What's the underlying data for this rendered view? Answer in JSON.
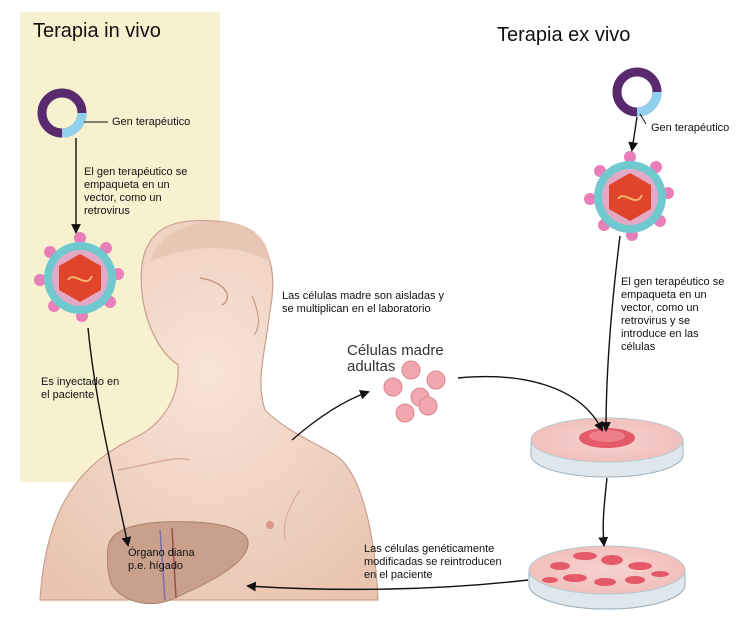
{
  "titles": {
    "in_vivo": "Terapia in vivo",
    "ex_vivo": "Terapia ex vivo"
  },
  "labels": {
    "gene_left": "Gen terapéutico",
    "gene_right": "Gen terapéutico",
    "packaged_left": [
      "El gen terapéutico  se",
      "empaqueta en un",
      "vector, como un",
      "retrovirus"
    ],
    "injected": [
      "Es inyectado en",
      "el paciente"
    ],
    "target_organ": [
      "Órgano diana",
      "p.e. hígado"
    ],
    "stem_isolated": [
      "Las células madre son aisladas y",
      "se multiplican en el laboratorio"
    ],
    "stem_cells": [
      "Células madre",
      "adultas"
    ],
    "packaged_right": [
      "El gen terapéutico  se",
      "empaqueta en un",
      "vector, como un",
      "retrovirus y se",
      "introduce  en las",
      "células"
    ],
    "reintroduced": [
      "Las células genéticamente",
      "modificadas se reintroducen",
      "en el paciente"
    ]
  },
  "colors": {
    "panel": "#f7f1cf",
    "plasmid_ring": "#5a2a6e",
    "plasmid_gene": "#8fd0ec",
    "virus_teal": "#6fc9cf",
    "virus_pink": "#e87fb8",
    "virus_core": "#e0452c",
    "skin": "#f2d6c6",
    "liver": "#c9a08c",
    "cell": "#f0a7ae"
  }
}
